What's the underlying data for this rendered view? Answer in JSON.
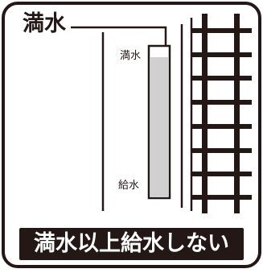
{
  "sign": {
    "title": "満水",
    "full_label": "満水",
    "supply_label": "給水",
    "warning": "満水以上給水しない"
  },
  "colors": {
    "ink": "#231815",
    "gauge_fill": "#d0d0d0",
    "background": "#ffffff"
  }
}
